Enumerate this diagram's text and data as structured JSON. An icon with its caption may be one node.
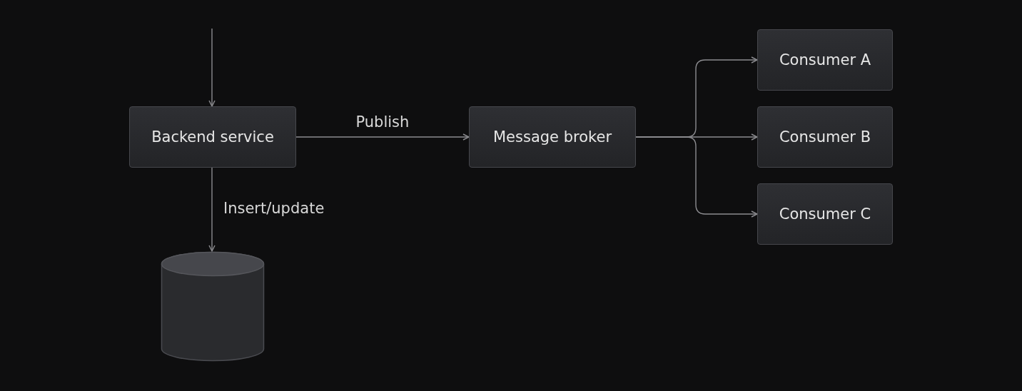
{
  "diagram": {
    "nodes": [
      {
        "text": [
          "Backend service"
        ]
      },
      {
        "text": [
          "Message broker"
        ]
      },
      {
        "text": [
          "Consumer A"
        ]
      },
      {
        "text": [
          "Consumer B"
        ]
      },
      {
        "text": [
          "Consumer C"
        ]
      },
      {
        "text": [],
        "shape": "cylinder"
      }
    ],
    "edges": [
      {
        "from": null,
        "to": 0,
        "arrow": "to"
      },
      {
        "from": 0,
        "to": 1,
        "arrow": "to",
        "label": "Publish"
      },
      {
        "from": 1,
        "to": 2,
        "arrow": "to"
      },
      {
        "from": 1,
        "to": 3,
        "arrow": "to"
      },
      {
        "from": 1,
        "to": 4,
        "arrow": "to"
      },
      {
        "from": 0,
        "to": 5,
        "arrow": "to",
        "label": "Insert/update"
      }
    ]
  }
}
